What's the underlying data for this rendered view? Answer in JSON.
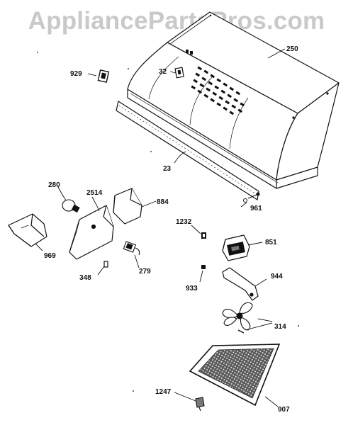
{
  "watermark": "AppliancePartsPros.com",
  "parts": [
    {
      "id": "250",
      "label": "250"
    },
    {
      "id": "929",
      "label": "929"
    },
    {
      "id": "32",
      "label": "32"
    },
    {
      "id": "23",
      "label": "23"
    },
    {
      "id": "280",
      "label": "280"
    },
    {
      "id": "2514",
      "label": "2514"
    },
    {
      "id": "884",
      "label": "884"
    },
    {
      "id": "961",
      "label": "961"
    },
    {
      "id": "1232",
      "label": "1232"
    },
    {
      "id": "851",
      "label": "851"
    },
    {
      "id": "969",
      "label": "969"
    },
    {
      "id": "279",
      "label": "279"
    },
    {
      "id": "348",
      "label": "348"
    },
    {
      "id": "944",
      "label": "944"
    },
    {
      "id": "933",
      "label": "933"
    },
    {
      "id": "314",
      "label": "314"
    },
    {
      "id": "1247",
      "label": "1247"
    },
    {
      "id": "907",
      "label": "907"
    }
  ]
}
